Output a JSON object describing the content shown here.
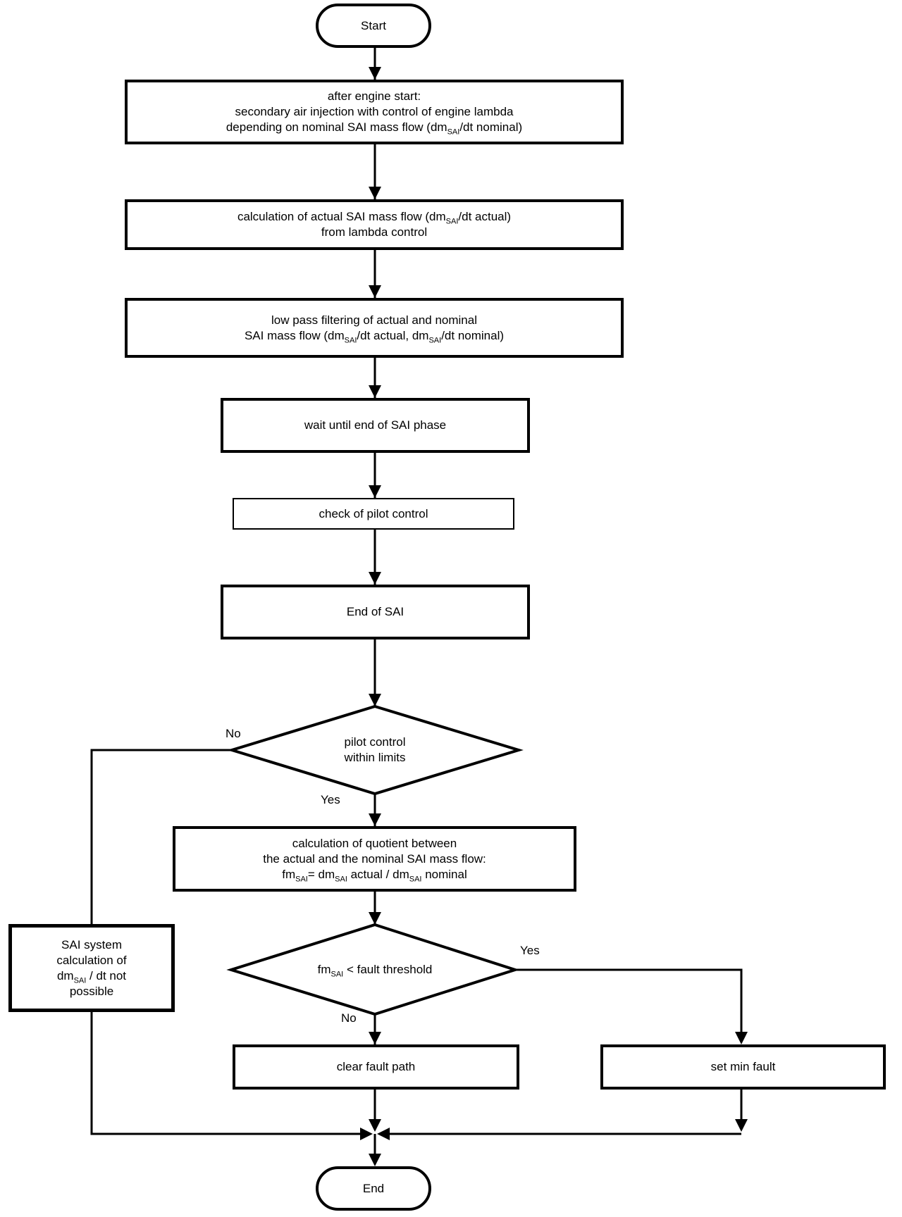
{
  "page": {
    "background": "#ffffff",
    "ink": "#000000"
  },
  "flowchart": {
    "terminals": {
      "start": "Start",
      "end": "End"
    },
    "steps": {
      "after_engine_start": {
        "lines": [
          [
            {
              "t": "after engine start:"
            }
          ],
          [
            {
              "t": "secondary air injection with control of engine lambda"
            }
          ],
          [
            {
              "t": "depending on nominal SAI mass flow (dm"
            },
            {
              "t": "SAI",
              "sub": true
            },
            {
              "t": "/dt nominal)"
            }
          ]
        ]
      },
      "calc_actual_flow": {
        "lines": [
          [
            {
              "t": "calculation of actual SAI mass flow (dm"
            },
            {
              "t": "SAI",
              "sub": true
            },
            {
              "t": "/dt actual)"
            }
          ],
          [
            {
              "t": "from lambda control"
            }
          ]
        ]
      },
      "low_pass_filter": {
        "lines": [
          [
            {
              "t": "low pass filtering of actual and nominal"
            }
          ],
          [
            {
              "t": "SAI mass flow (dm"
            },
            {
              "t": "SAI",
              "sub": true
            },
            {
              "t": "/dt actual, dm"
            },
            {
              "t": "SAI",
              "sub": true
            },
            {
              "t": "/dt nominal)"
            }
          ]
        ]
      },
      "wait_end_sai": {
        "label": "wait until end of SAI phase"
      },
      "check_pilot": {
        "label": "check of pilot control"
      },
      "end_of_sai": {
        "label": "End of SAI"
      },
      "calc_quotient": {
        "lines": [
          [
            {
              "t": "calculation of quotient between"
            }
          ],
          [
            {
              "t": "the actual and the nominal SAI mass flow:"
            }
          ],
          [
            {
              "t": "fm"
            },
            {
              "t": "SAI",
              "sub": true
            },
            {
              "t": "= dm"
            },
            {
              "t": "SAI",
              "sub": true
            },
            {
              "t": " actual / dm"
            },
            {
              "t": "SAI",
              "sub": true
            },
            {
              "t": " nominal"
            }
          ]
        ]
      },
      "side_note": {
        "lines": [
          [
            {
              "t": "SAI system"
            }
          ],
          [
            {
              "t": "calculation of"
            }
          ],
          [
            {
              "t": "dm"
            },
            {
              "t": "SAI",
              "sub": true
            },
            {
              "t": " / dt not"
            }
          ],
          [
            {
              "t": "possible"
            }
          ]
        ]
      },
      "clear_fault": {
        "label": "clear fault path"
      },
      "set_min_fault": {
        "label": "set min fault"
      }
    },
    "decisions": {
      "pilot_within_limits": {
        "lines": [
          [
            {
              "t": "pilot control"
            }
          ],
          [
            {
              "t": "within limits"
            }
          ]
        ]
      },
      "fm_below_threshold": {
        "segments": [
          {
            "t": "fm"
          },
          {
            "t": "SAI",
            "sub": true
          },
          {
            "t": " < fault threshold"
          }
        ]
      }
    },
    "edge_labels": {
      "no_pilot": "No",
      "yes_pilot": "Yes",
      "yes_fault": "Yes",
      "no_fault": "No"
    }
  }
}
